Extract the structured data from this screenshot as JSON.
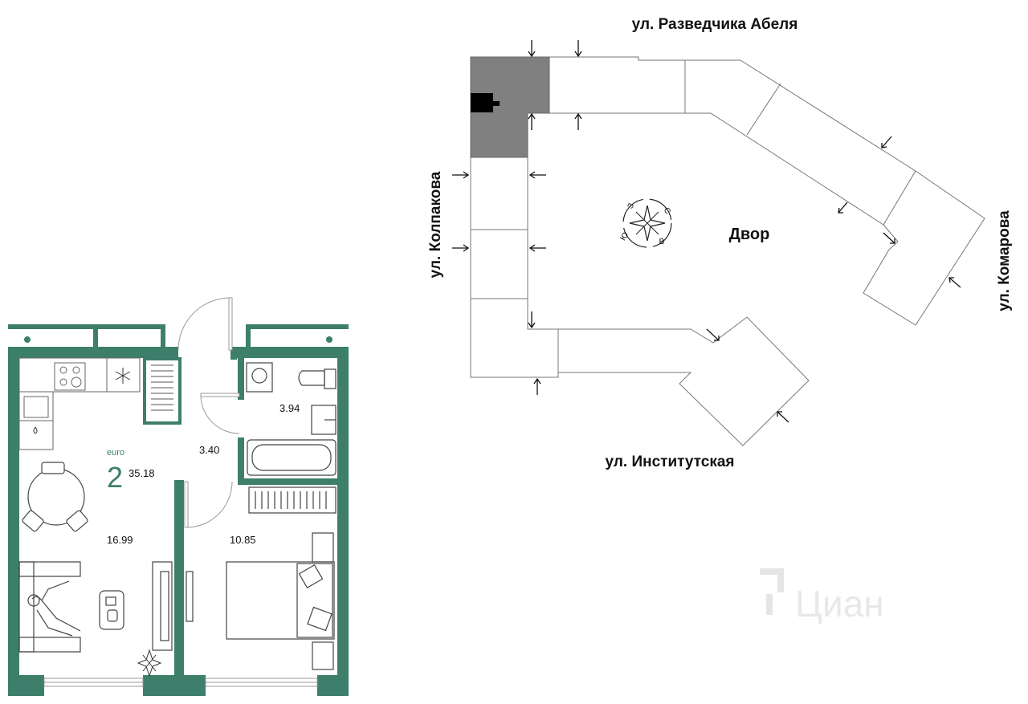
{
  "apartment": {
    "type_small": "euro",
    "rooms": "2",
    "total_area": "35.18",
    "rooms_areas": {
      "living_kitchen": "16.99",
      "hall": "3.40",
      "bathroom": "3.94",
      "bedroom": "10.85"
    }
  },
  "site": {
    "streets": {
      "north": "ул. Разведчика Абеля",
      "west": "ул. Колпакова",
      "east": "ул. Комарова",
      "south": "ул. Институтская"
    },
    "courtyard": "Двор",
    "compass": {
      "n": "С",
      "e": "В",
      "s": "Ю",
      "w": "З"
    }
  },
  "watermark": "Циан",
  "colors": {
    "wall": "#3d7f6a",
    "building_highlight": "#808080",
    "line": "#777777"
  }
}
